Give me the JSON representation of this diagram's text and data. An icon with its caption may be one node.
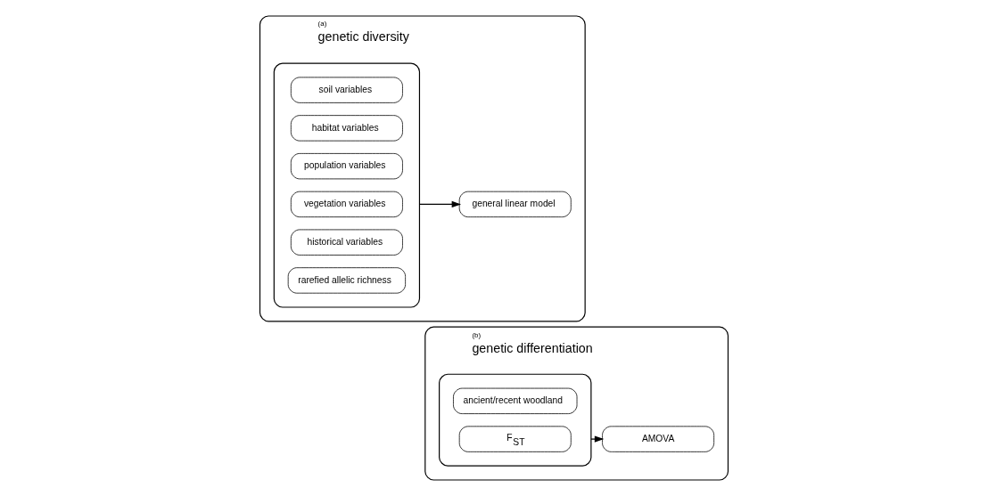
{
  "diagram": {
    "nodes": [
      {
        "text": [
          "(a)",
          "genetic diversity"
        ]
      },
      {
        "text": [],
        "shape": "box",
        "in": 0
      },
      {
        "text": [
          "soil variables"
        ],
        "in": 1
      },
      {
        "text": [
          "habitat variables"
        ],
        "in": 1
      },
      {
        "text": [
          "population variables"
        ],
        "in": 1
      },
      {
        "text": [
          "vegetation variables"
        ],
        "in": 1
      },
      {
        "text": [
          "historical variables"
        ],
        "in": 1
      },
      {
        "text": [
          "rarefied allelic richness"
        ],
        "in": 1
      },
      {
        "text": [
          "general linear model"
        ],
        "in": 0
      },
      {
        "text": [
          "(b)",
          "genetic differentiation"
        ]
      },
      {
        "text": [],
        "shape": "box",
        "in": 9
      },
      {
        "text": [
          "ancient/recent woodland"
        ],
        "in": 10
      },
      {
        "text": [
          "F$_{ST}$"
        ],
        "in": 10
      },
      {
        "text": [
          "AMOVA"
        ],
        "in": 9
      }
    ],
    "edges": [
      {
        "from": 1,
        "to": 8,
        "arrow": "to"
      },
      {
        "from": 10,
        "to": 13,
        "arrow": "to"
      }
    ]
  }
}
